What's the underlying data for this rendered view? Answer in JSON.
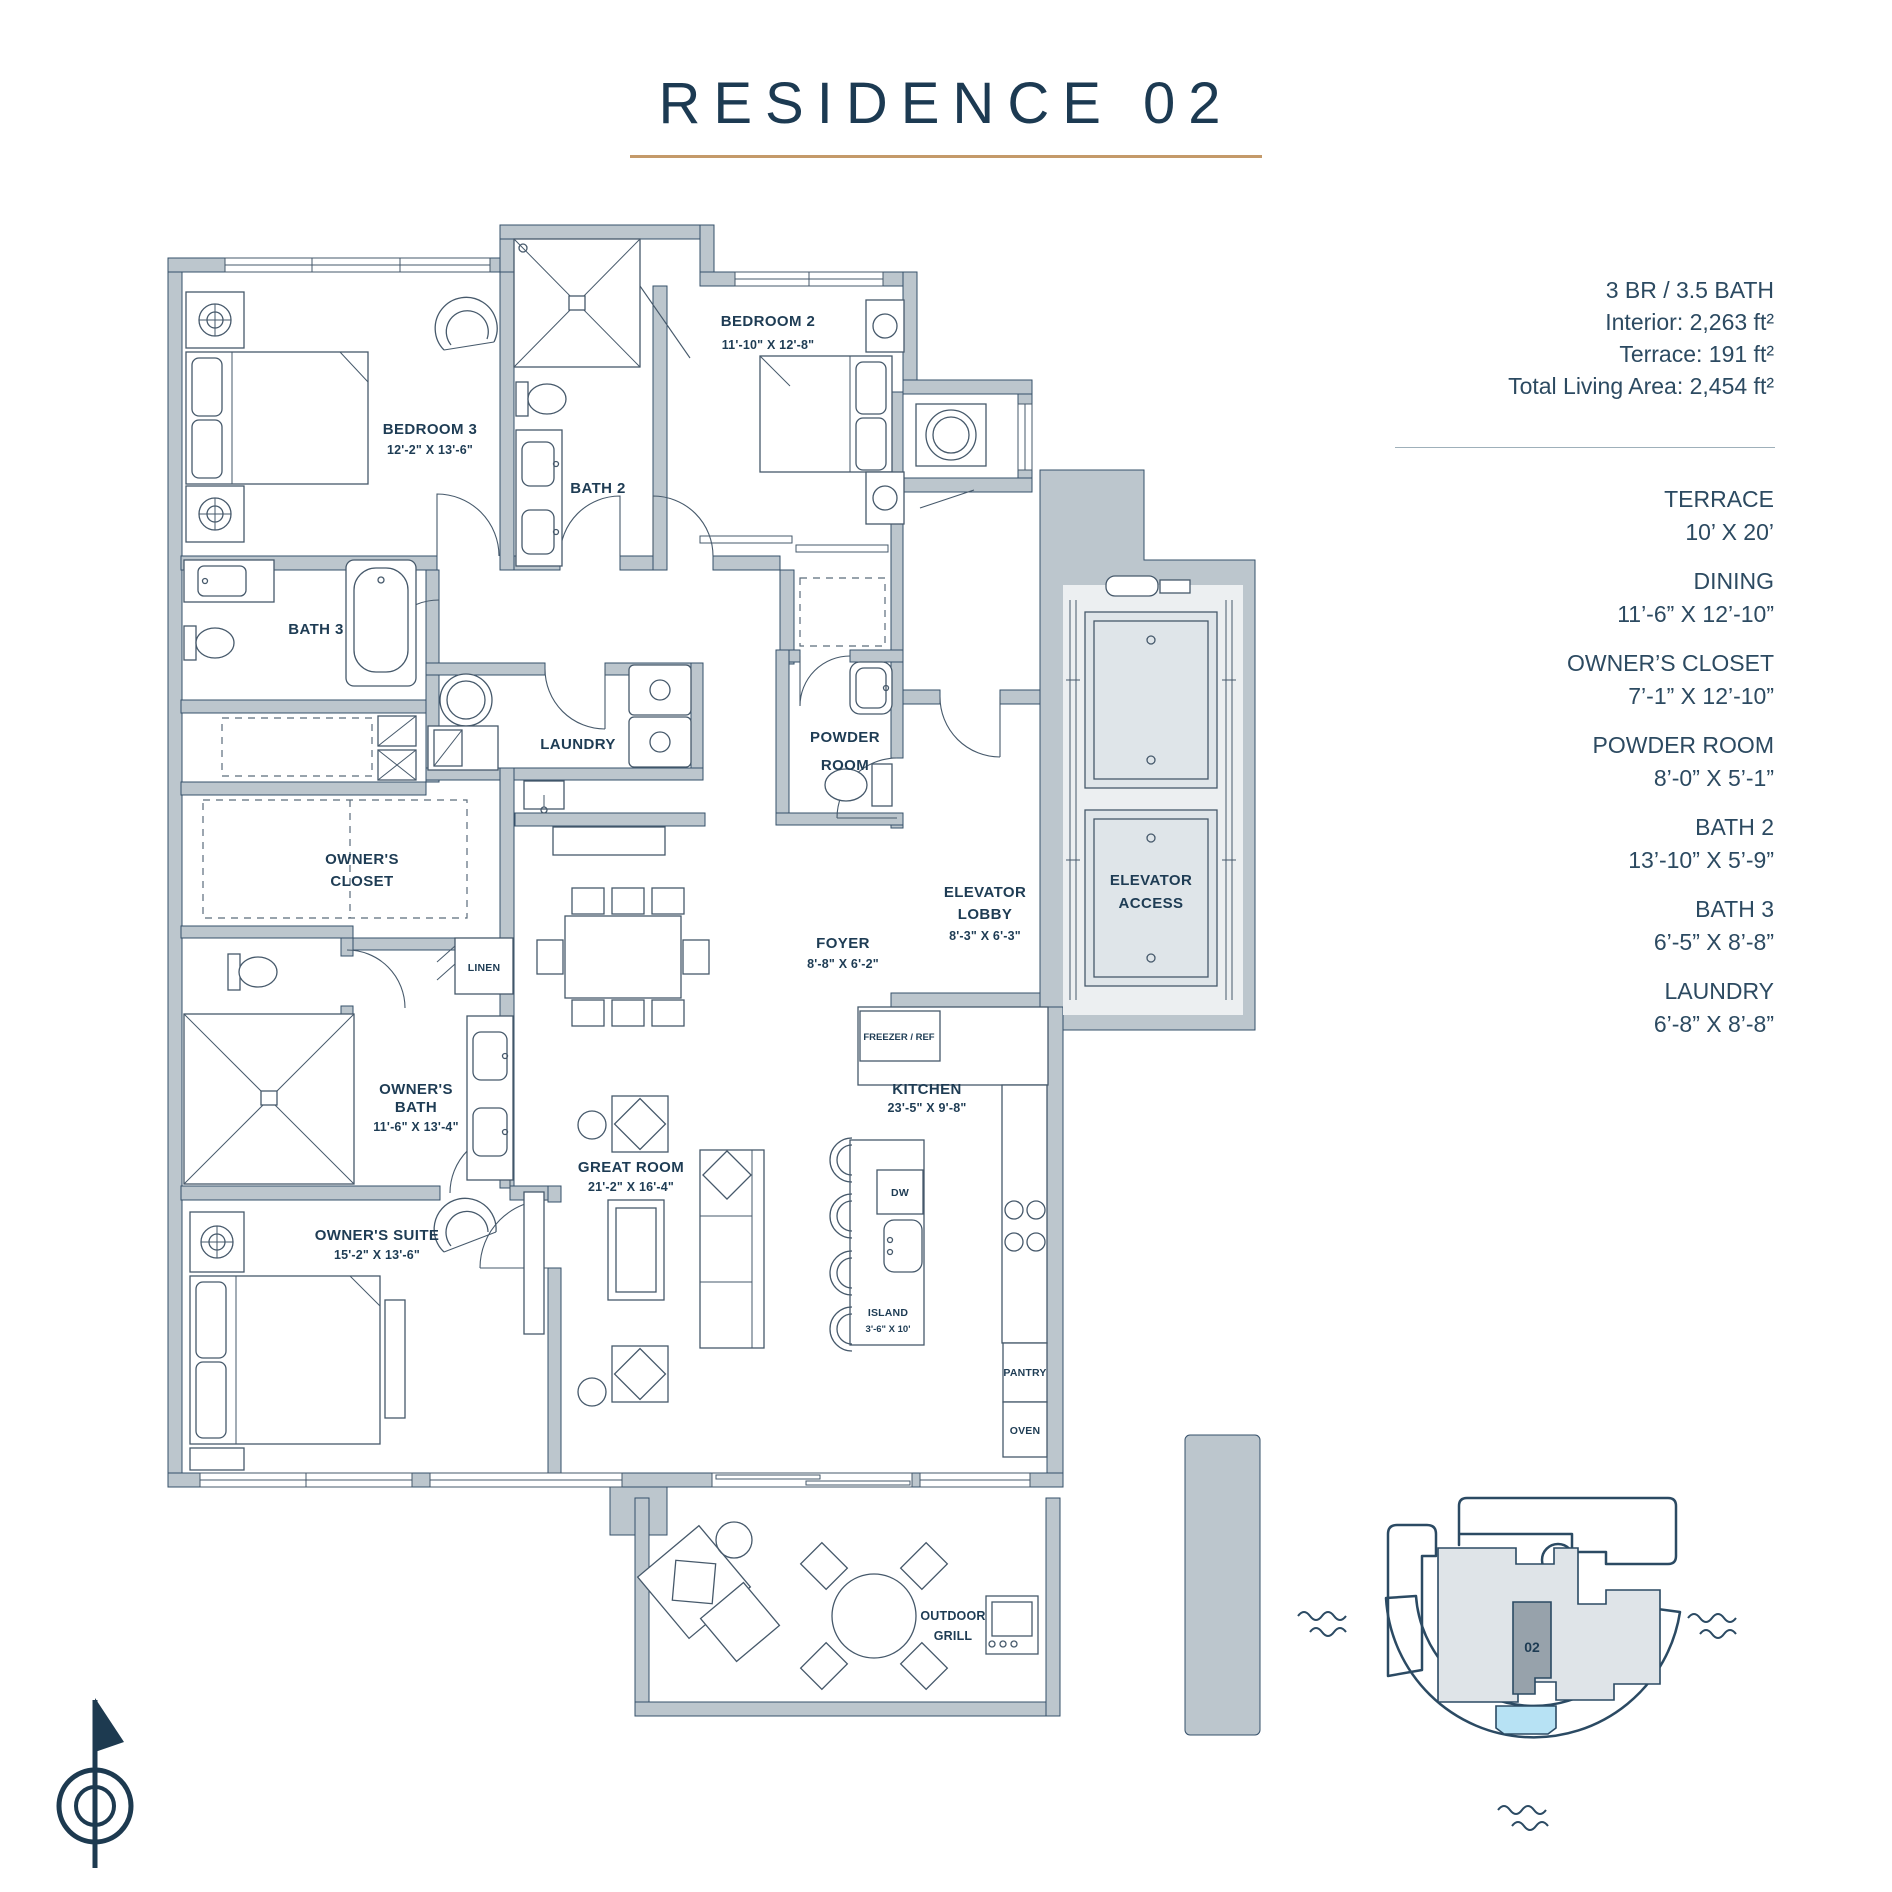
{
  "title": "RESIDENCE 02",
  "summary": {
    "line1": "3 BR / 3.5 BATH",
    "line2": "Interior: 2,263 ft²",
    "line3": "Terrace: 191 ft²",
    "line4": "Total Living Area: 2,454 ft²"
  },
  "room_list": [
    {
      "name": "TERRACE",
      "dims": "10’ X 20’"
    },
    {
      "name": "DINING",
      "dims": "11’-6” X 12’-10”"
    },
    {
      "name": "OWNER’S CLOSET",
      "dims": "7’-1” X 12’-10”"
    },
    {
      "name": "POWDER ROOM",
      "dims": "8’-0” X 5’-1”"
    },
    {
      "name": "BATH 2",
      "dims": "13’-10” X 5’-9”"
    },
    {
      "name": "BATH 3",
      "dims": "6’-5” X 8’-8”"
    },
    {
      "name": "LAUNDRY",
      "dims": "6’-8” X 8’-8”"
    }
  ],
  "plan": {
    "bedroom3": {
      "name": "BEDROOM 3",
      "dims": "12'-2\" X 13'-6\""
    },
    "bedroom2": {
      "name": "BEDROOM 2",
      "dims": "11'-10\" X 12'-8\""
    },
    "bath2": {
      "name": "BATH 2"
    },
    "bath3": {
      "name": "BATH 3"
    },
    "laundry": {
      "name": "LAUNDRY"
    },
    "powder": {
      "l1": "POWDER",
      "l2": "ROOM"
    },
    "owners_closet": {
      "l1": "OWNER'S",
      "l2": "CLOSET"
    },
    "linen": {
      "name": "LINEN"
    },
    "elevator_lobby": {
      "l1": "ELEVATOR",
      "l2": "LOBBY",
      "dims": "8'-3\" X 6'-3\""
    },
    "elevator_access": {
      "l1": "ELEVATOR",
      "l2": "ACCESS"
    },
    "foyer": {
      "name": "FOYER",
      "dims": "8'-8\" X 6'-2\""
    },
    "freezer": {
      "name": "FREEZER / REF"
    },
    "kitchen": {
      "name": "KITCHEN",
      "dims": "23'-5\" X 9'-8\""
    },
    "dw": {
      "name": "DW"
    },
    "island": {
      "name": "ISLAND",
      "dims": "3'-6\" X 10'"
    },
    "pantry": {
      "name": "PANTRY"
    },
    "oven": {
      "name": "OVEN"
    },
    "owners_bath": {
      "l1": "OWNER'S",
      "l2": "BATH",
      "dims": "11'-6\" X 13'-4\""
    },
    "owners_suite": {
      "name": "OWNER'S SUITE",
      "dims": "15'-2\" X 13'-6\""
    },
    "great_room": {
      "name": "GREAT ROOM",
      "dims": "21'-2\" X 16'-4\""
    },
    "outdoor_grill": {
      "l1": "OUTDOOR",
      "l2": "GRILL"
    }
  },
  "sitemap": {
    "unit_label": "02"
  },
  "colors": {
    "navy_text": "#1e3c54",
    "wall_fill": "#bcc6cd",
    "gold_underline": "#c49a6a",
    "site_outline": "#2b4a63",
    "unit_highlight": "#97a2ab",
    "pool_blue": "#b7e2f4"
  }
}
